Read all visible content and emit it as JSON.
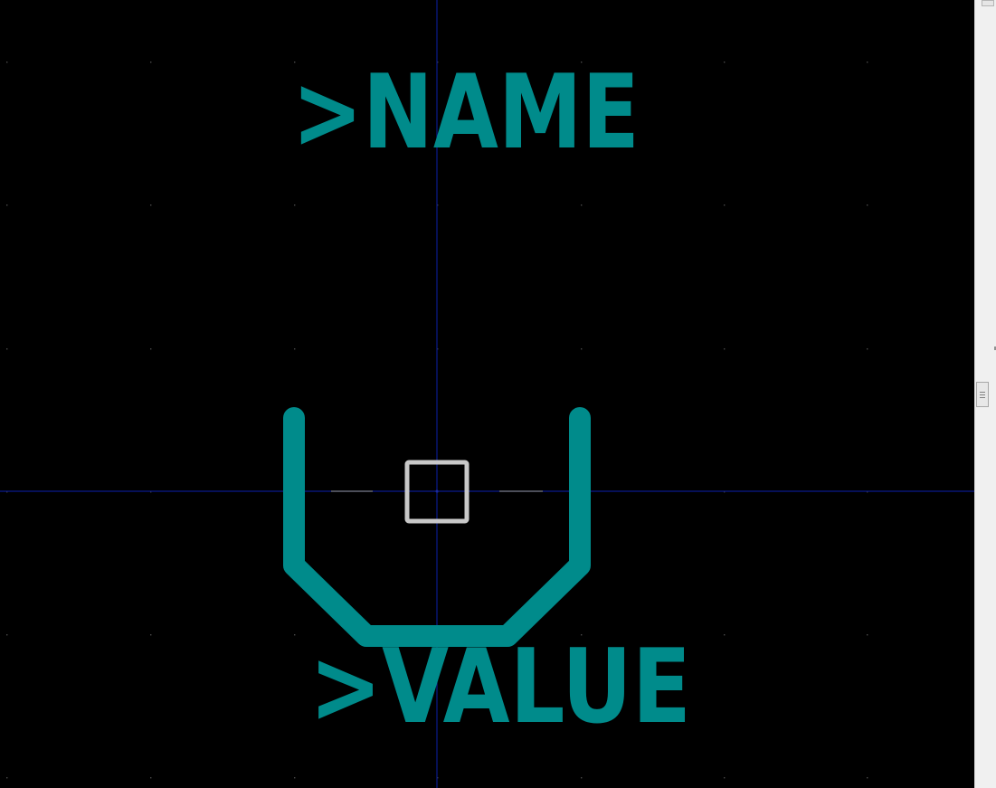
{
  "editor": {
    "background_color": "#000000",
    "grid_color": "#4a4a4a",
    "axis_color": "#0a1a8c",
    "drawing_color": "#008b8b",
    "pad_color": "#c8c8c8"
  },
  "footprint": {
    "name_label": ">NAME",
    "value_label": ">VALUE"
  },
  "scrollbar": {
    "orientation": "vertical",
    "position_fraction": 0.5
  }
}
